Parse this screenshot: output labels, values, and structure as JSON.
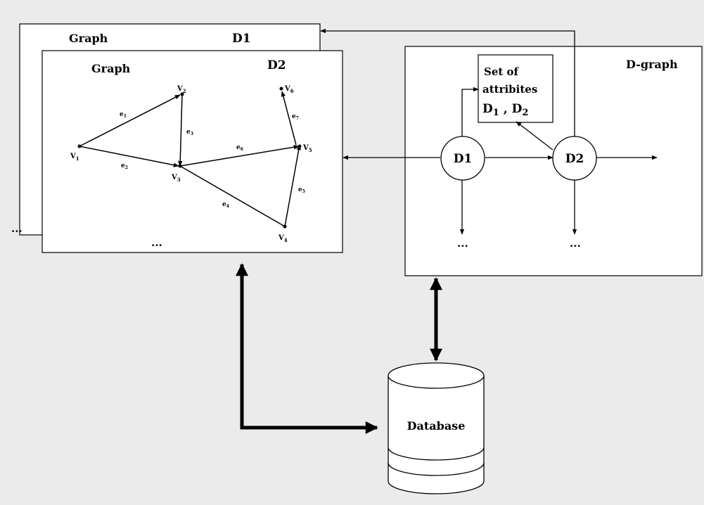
{
  "back_panel": {
    "title": "Graph",
    "label": "D1"
  },
  "front_panel": {
    "title": "Graph",
    "label": "D2",
    "ellipsis_left": "...",
    "ellipsis_bottom": "...",
    "vertices": {
      "v1": {
        "main": "V",
        "sub": "1"
      },
      "v2": {
        "main": "V",
        "sub": "2"
      },
      "v3": {
        "main": "V",
        "sub": "3"
      },
      "v4": {
        "main": "V",
        "sub": "4"
      },
      "v5": {
        "main": "V",
        "sub": "5"
      },
      "v6": {
        "main": "V",
        "sub": "6"
      }
    },
    "edges": {
      "e1": {
        "main": "e",
        "sub": "1"
      },
      "e2": {
        "main": "e",
        "sub": "2"
      },
      "e3": {
        "main": "e",
        "sub": "3"
      },
      "e4": {
        "main": "e",
        "sub": "4"
      },
      "e5": {
        "main": "e",
        "sub": "5"
      },
      "e6": {
        "main": "e",
        "sub": "6"
      },
      "e7": {
        "main": "e",
        "sub": "7"
      }
    }
  },
  "dgraph_panel": {
    "title": "D-graph",
    "attributes_line1": "Set of",
    "attributes_line2": "attribites",
    "attributes_d1": "D",
    "attributes_d1_sub": "1",
    "attributes_sep": " , ",
    "attributes_d2": "D",
    "attributes_d2_sub": "2",
    "node_d1": "D1",
    "node_d2": "D2",
    "ellipsis_d1": "...",
    "ellipsis_d2": "..."
  },
  "database": {
    "label": "Database"
  }
}
